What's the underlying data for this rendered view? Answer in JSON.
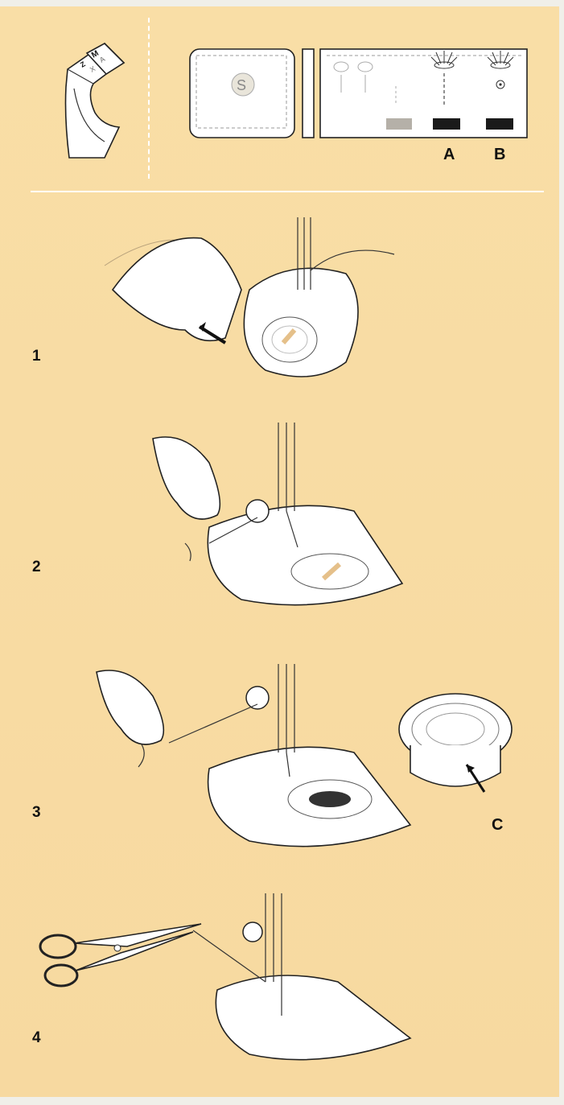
{
  "foot_letters": [
    "M",
    "A",
    "Z",
    "X"
  ],
  "dial": {
    "logo_letter": "S",
    "markers": [
      {
        "label": "A",
        "color": "#1a1a1a"
      },
      {
        "label": "B",
        "color": "#1a1a1a"
      }
    ],
    "inactive_color": "#b5b0a8"
  },
  "steps": [
    {
      "number": "1"
    },
    {
      "number": "2"
    },
    {
      "number": "3",
      "callout": "C"
    },
    {
      "number": "4"
    }
  ],
  "colors": {
    "background": "#f8dca3",
    "line": "#ffffff",
    "ink": "#111111"
  }
}
